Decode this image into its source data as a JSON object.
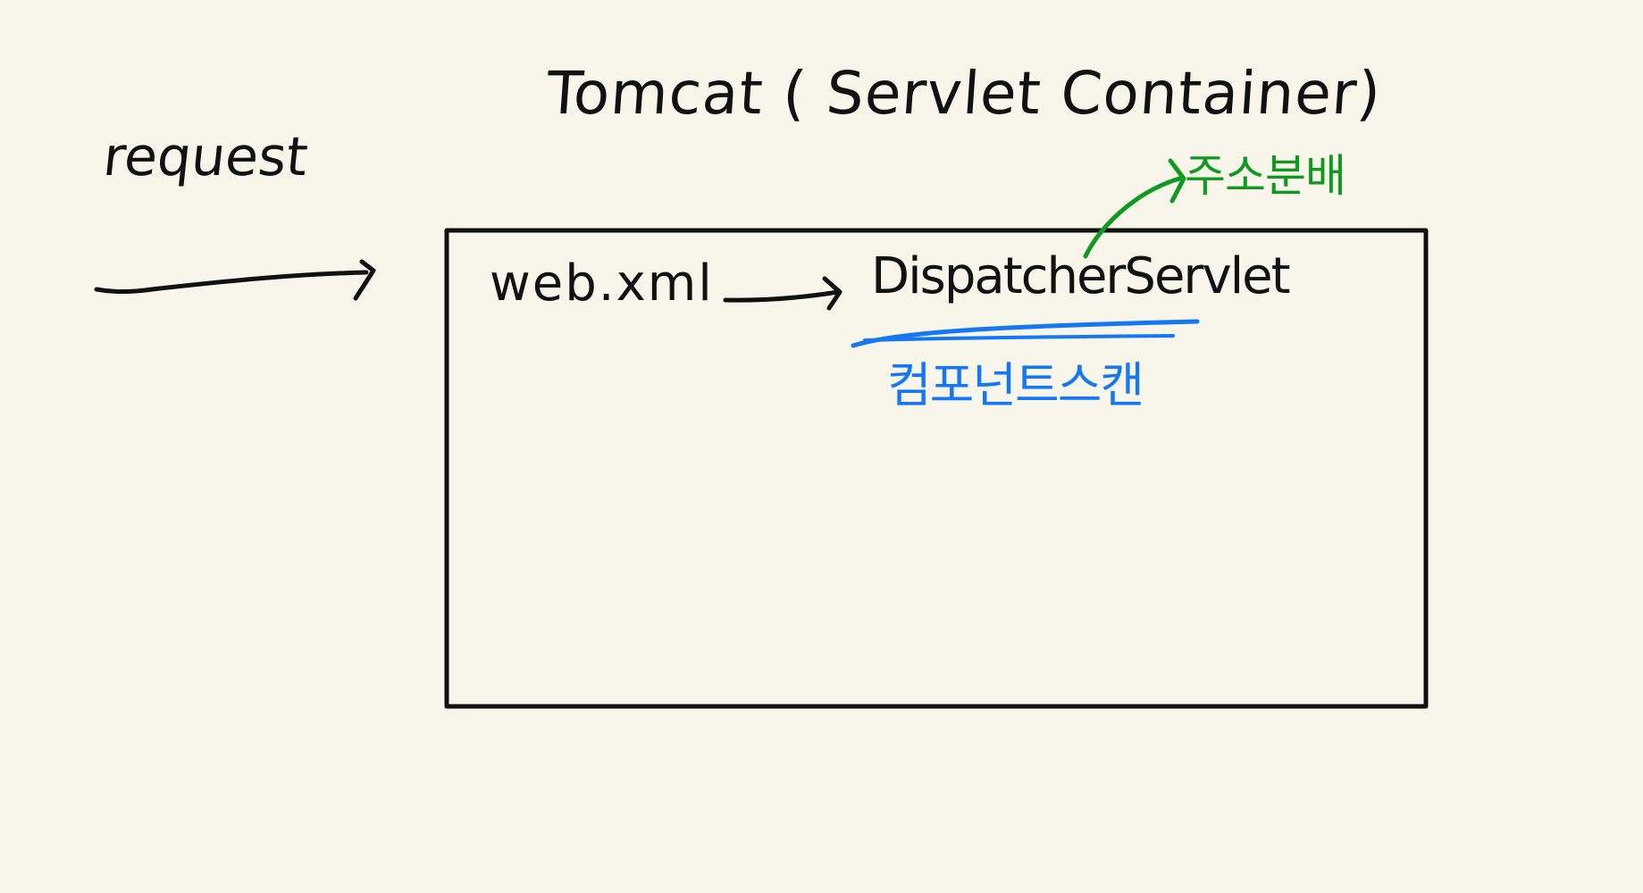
{
  "labels": {
    "title": "Tomcat ( Servlet   Container)",
    "request": "request",
    "webxml": "web.xml",
    "dispatcher": "DispatcherServlet",
    "address_mapping": "주소분배",
    "component_scan": "컴포넌트스캔"
  },
  "colors": {
    "background": "#f8f6ea",
    "ink": "#111111",
    "green": "#0f9a1f",
    "blue": "#1677f2"
  }
}
